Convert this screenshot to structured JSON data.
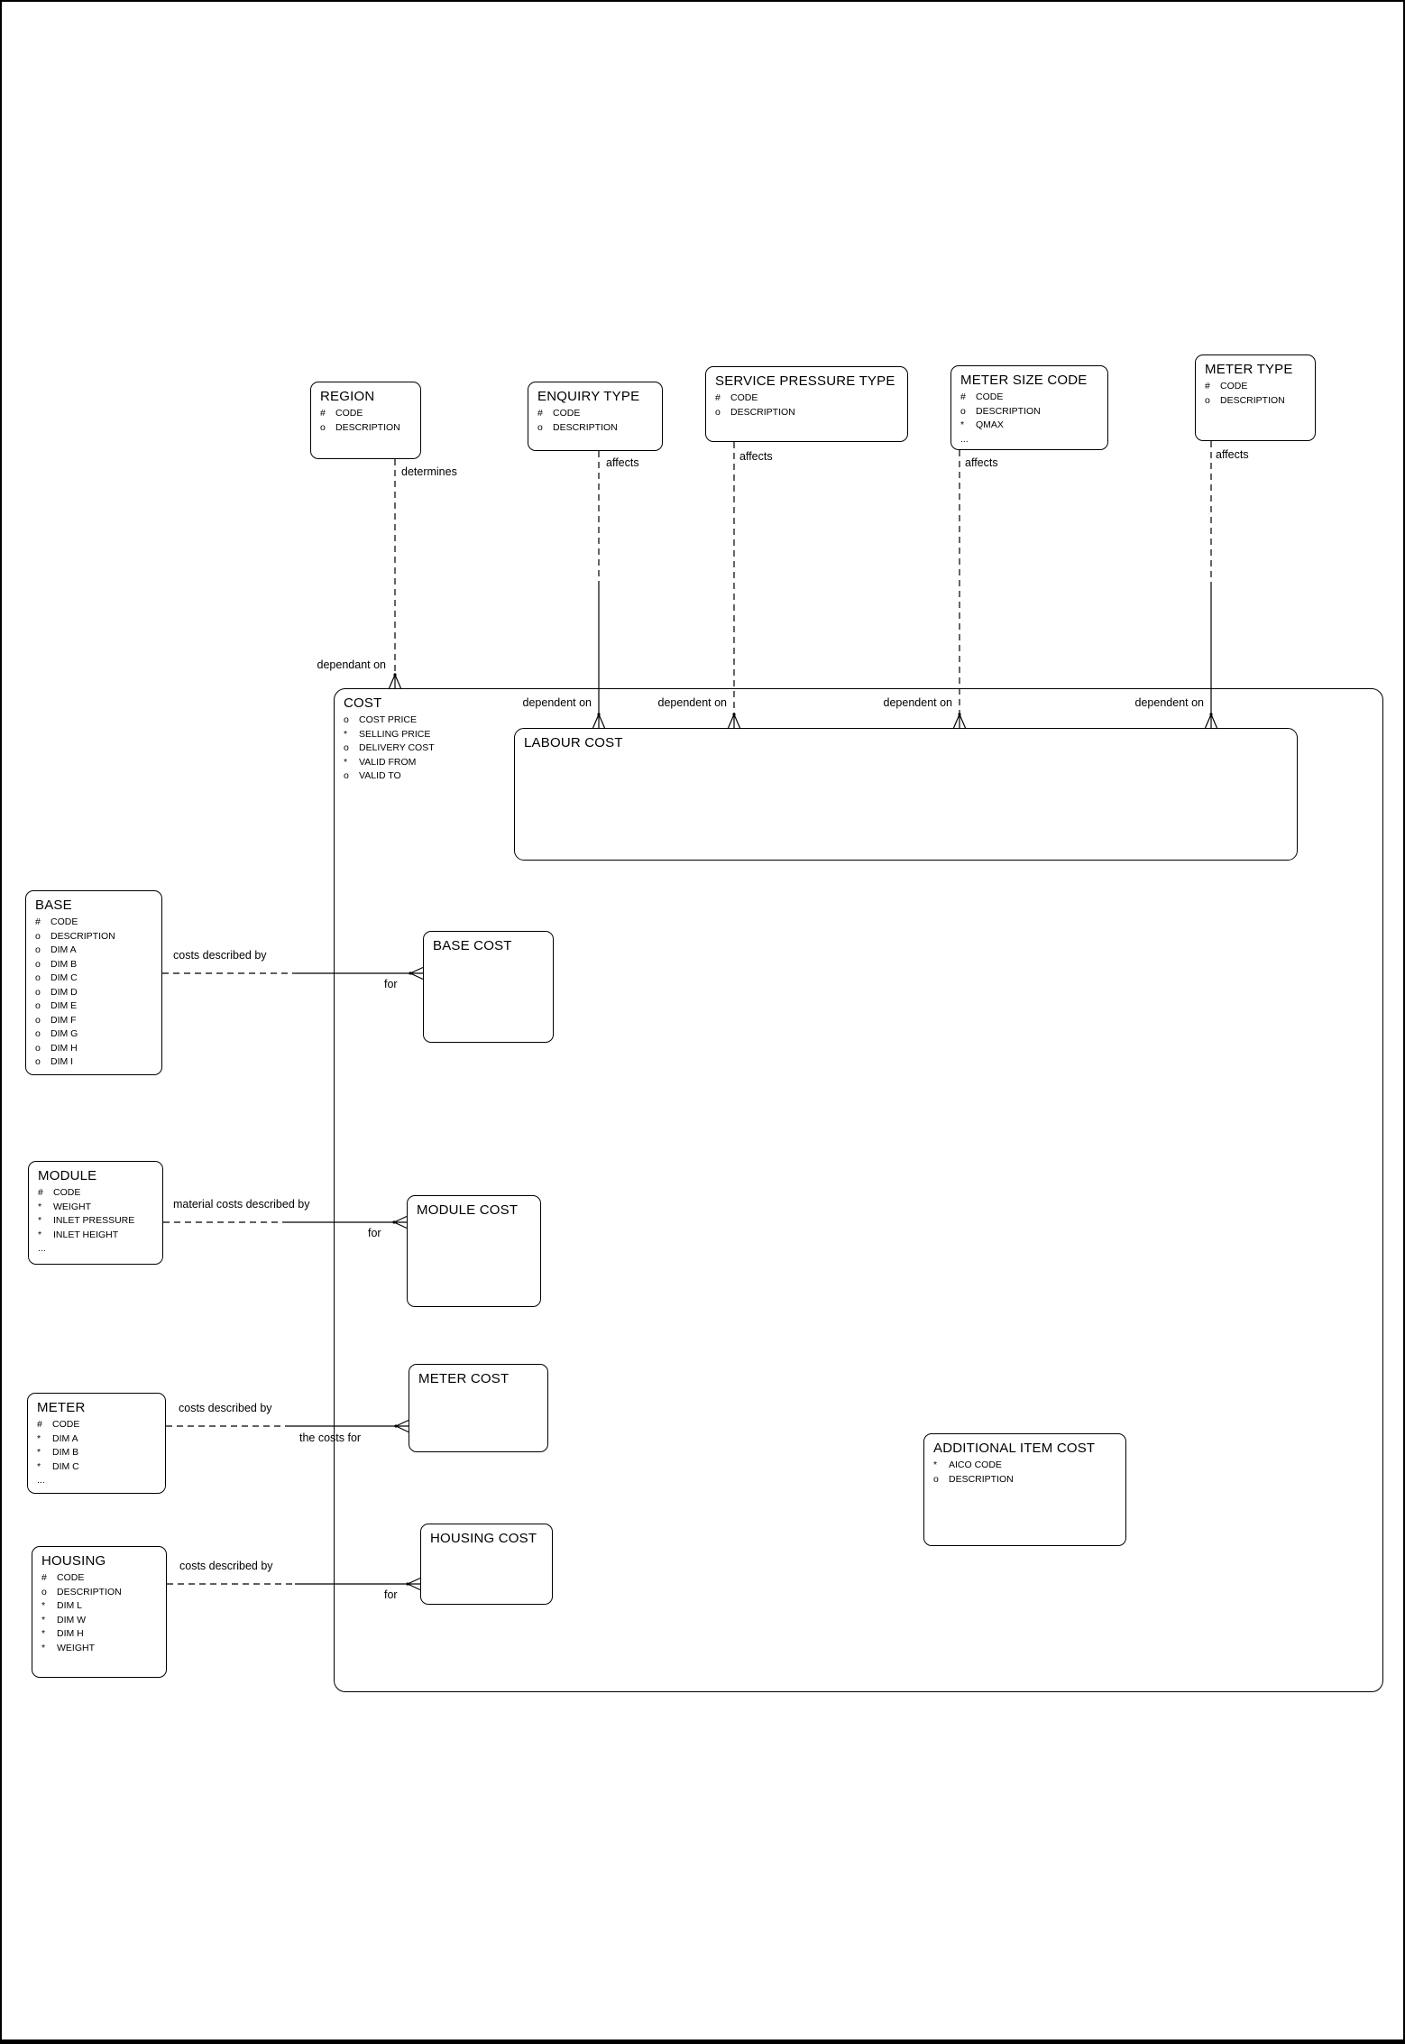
{
  "colors": {
    "line": "#000000",
    "background": "#ffffff"
  },
  "entities": {
    "region": {
      "title": "REGION",
      "attrs": [
        "# CODE",
        "o DESCRIPTION"
      ]
    },
    "enquiry_type": {
      "title": "ENQUIRY TYPE",
      "attrs": [
        "# CODE",
        "o DESCRIPTION"
      ]
    },
    "service_pressure_type": {
      "title": "SERVICE PRESSURE TYPE",
      "attrs": [
        "# CODE",
        "o DESCRIPTION"
      ]
    },
    "meter_size_code": {
      "title": "METER SIZE CODE",
      "attrs": [
        "# CODE",
        "o DESCRIPTION",
        "* QMAX",
        "..."
      ]
    },
    "meter_type": {
      "title": "METER TYPE",
      "attrs": [
        "# CODE",
        "o DESCRIPTION"
      ]
    },
    "cost": {
      "title": "COST",
      "attrs": [
        "o COST PRICE",
        "* SELLING PRICE",
        "o DELIVERY COST",
        "* VALID FROM",
        "o VALID TO"
      ]
    },
    "labour_cost": {
      "title": "LABOUR COST",
      "attrs": []
    },
    "base": {
      "title": "BASE",
      "attrs": [
        "# CODE",
        "o DESCRIPTION",
        "o DIM A",
        "o DIM B",
        "o DIM C",
        "o DIM D",
        "o DIM E",
        "o DIM F",
        "o DIM G",
        "o DIM H",
        "o DIM I"
      ]
    },
    "base_cost": {
      "title": "BASE COST",
      "attrs": []
    },
    "module": {
      "title": "MODULE",
      "attrs": [
        "# CODE",
        "* WEIGHT",
        "* INLET PRESSURE",
        "* INLET HEIGHT",
        "..."
      ]
    },
    "module_cost": {
      "title": "MODULE COST",
      "attrs": []
    },
    "meter": {
      "title": "METER",
      "attrs": [
        "# CODE",
        "* DIM A",
        "* DIM B",
        "* DIM C",
        "..."
      ]
    },
    "meter_cost": {
      "title": "METER COST",
      "attrs": []
    },
    "housing": {
      "title": "HOUSING",
      "attrs": [
        "# CODE",
        "o DESCRIPTION",
        "* DIM L",
        "* DIM W",
        "* DIM H",
        "* WEIGHT"
      ]
    },
    "housing_cost": {
      "title": "HOUSING COST",
      "attrs": []
    },
    "additional_item_cost": {
      "title": "ADDITIONAL ITEM COST",
      "attrs": [
        "* AICO CODE",
        "o DESCRIPTION"
      ]
    }
  },
  "labels": {
    "determines": "determines",
    "affects": "affects",
    "dependant_on": "dependant on",
    "dependent_on": "dependent on",
    "costs_described_by": "costs described by",
    "material_costs_described_by": "material costs described by",
    "for_label": "for",
    "the_costs_for": "the costs for"
  }
}
